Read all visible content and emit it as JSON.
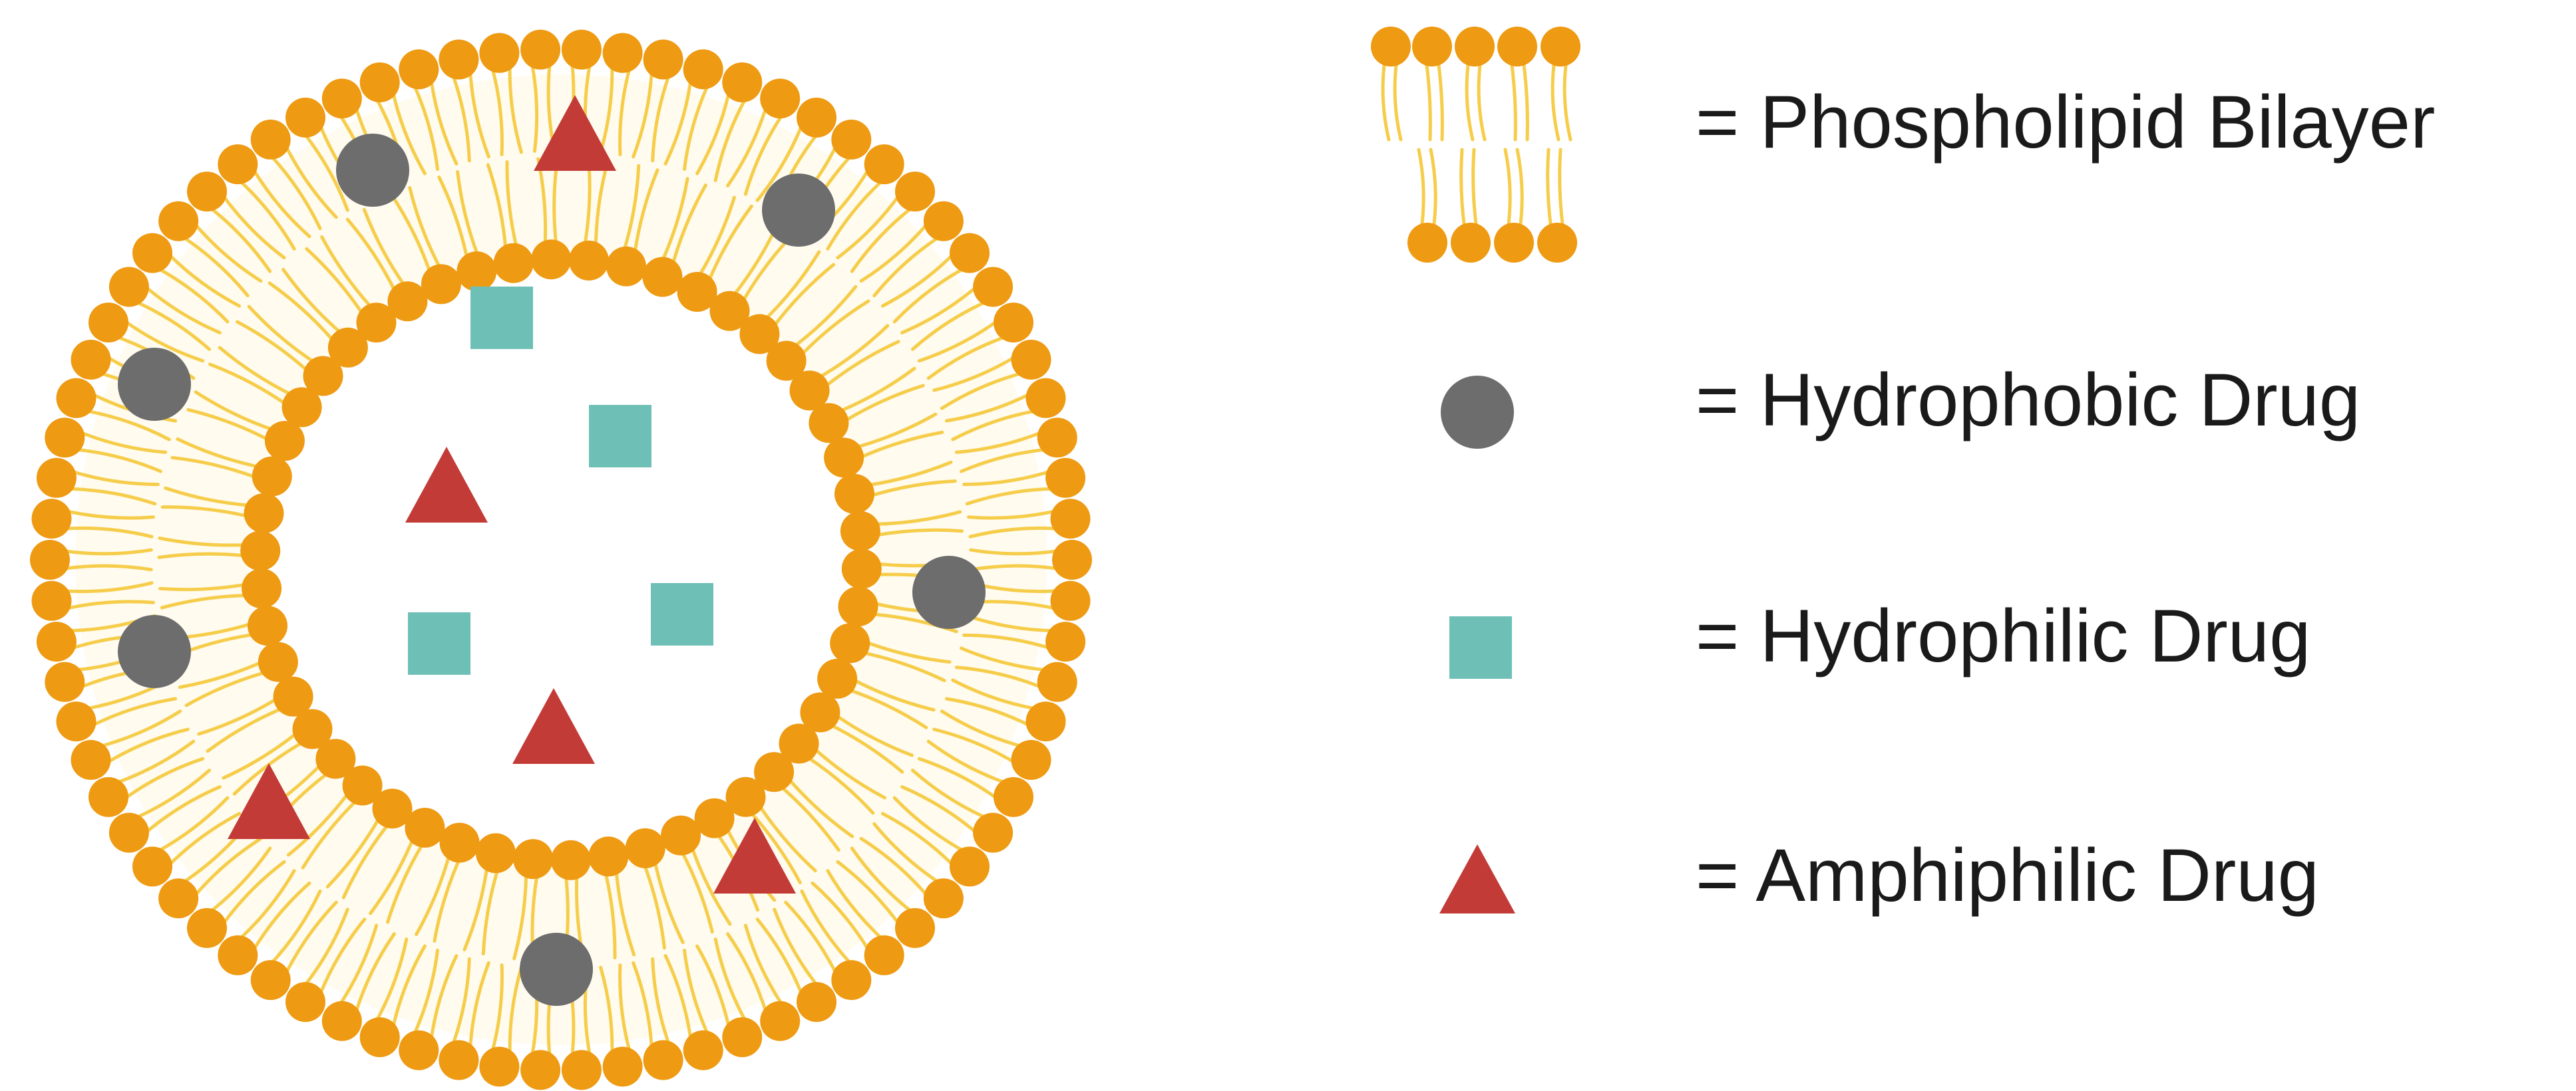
{
  "colors": {
    "phospholipid_head": "#ee9a12",
    "lipid_tail": "#f6cd4a",
    "bilayer_fill": "#fffbef",
    "hydrophobic_drug": "#6d6d6d",
    "hydrophilic_drug": "#6ec0b6",
    "amphiphilic_drug": "#c23b37",
    "text": "#1a1a1a"
  },
  "legend": {
    "items": [
      {
        "key": "phospholipid-bilayer",
        "symbol": "bilayer-icon",
        "label": "= Phospholipid Bilayer"
      },
      {
        "key": "hydrophobic-drug",
        "symbol": "circle",
        "label": "= Hydrophobic Drug"
      },
      {
        "key": "hydrophilic-drug",
        "symbol": "square",
        "label": "= Hydrophilic Drug"
      },
      {
        "key": "amphiphilic-drug",
        "symbol": "triangle",
        "label": "= Amphiphilic Drug"
      }
    ]
  }
}
